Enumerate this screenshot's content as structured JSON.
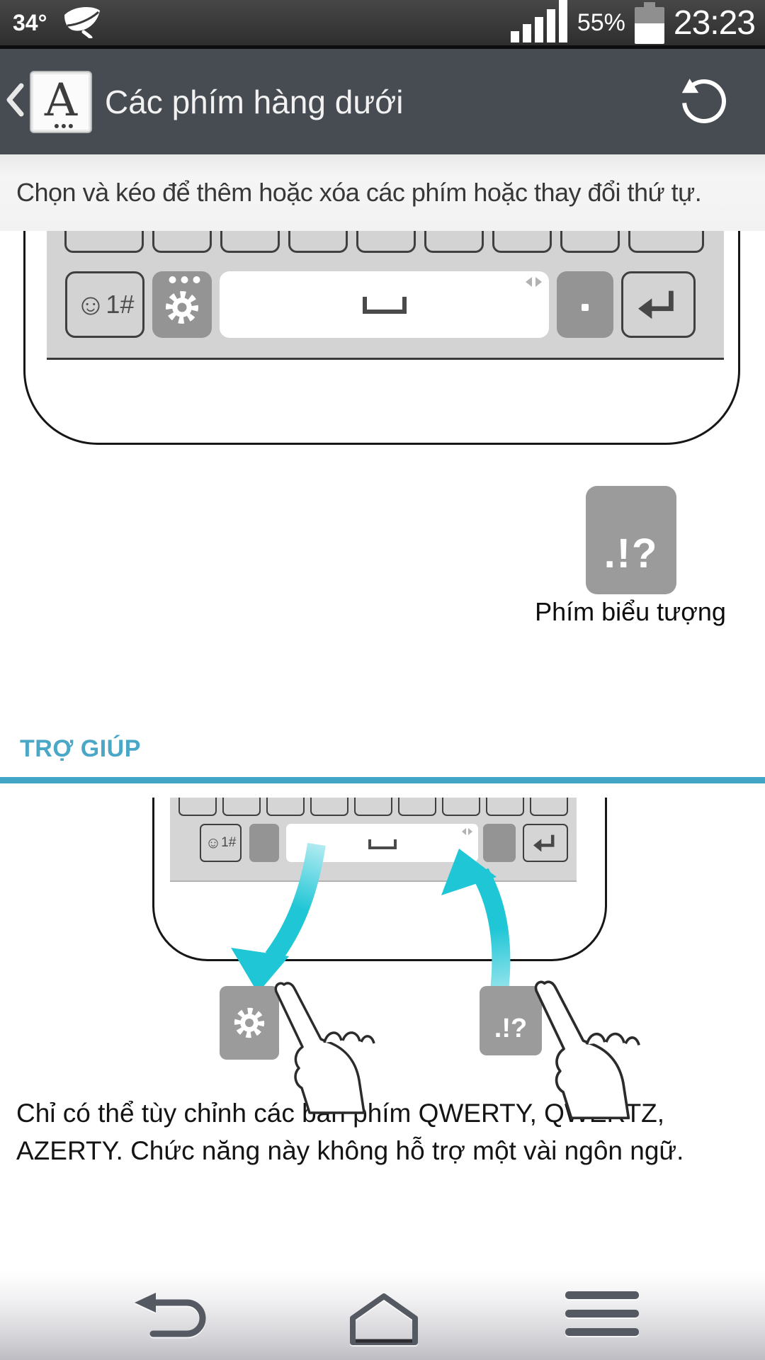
{
  "status_bar": {
    "temperature": "34°",
    "weather_icon": "leaf-icon",
    "signal_icon": "signal-bars-icon",
    "battery_percent": "55%",
    "battery_icon": "battery-icon",
    "time": "23:23"
  },
  "title_bar": {
    "back_icon": "chevron-left-icon",
    "app_icon_letter": "A",
    "title": "Các phím hàng dưới",
    "reset_icon": "reset-circular-arrow-icon"
  },
  "instruction": {
    "text": "Chọn và kéo để thêm hoặc xóa các phím hoặc thay đổi thứ tự."
  },
  "keys": {
    "emoji_smiley": "☺",
    "emoji_label": "1#",
    "gear_icon": "gear-icon",
    "space_icon": "space-bracket-icon",
    "cursor_arrows_icon": "left-right-arrows-icon",
    "period_icon": "period-dot-icon",
    "enter_icon": "enter-return-arrow-icon",
    "symbol_glyph": ".!?",
    "symbol_label": "Phím biểu tượng"
  },
  "help": {
    "header": "TRỢ GIÚP",
    "note_line1": "Chỉ có thể tùy chỉnh các bàn phím QWERTY, QWERTZ,",
    "note_line2": "AZERTY. Chức năng này không hỗ trợ một vài ngôn ngữ.",
    "arrow_color": "#1fc6d6"
  },
  "nav_bar": {
    "back_icon": "back-arrow-icon",
    "home_icon": "home-icon",
    "menu_icon": "menu-lines-icon"
  },
  "colors": {
    "accent_teal": "#4ba7c6",
    "key_gray": "#9b9b9b",
    "keyboard_bg": "#d3d3d3",
    "title_bar_bg": "#474b52"
  }
}
